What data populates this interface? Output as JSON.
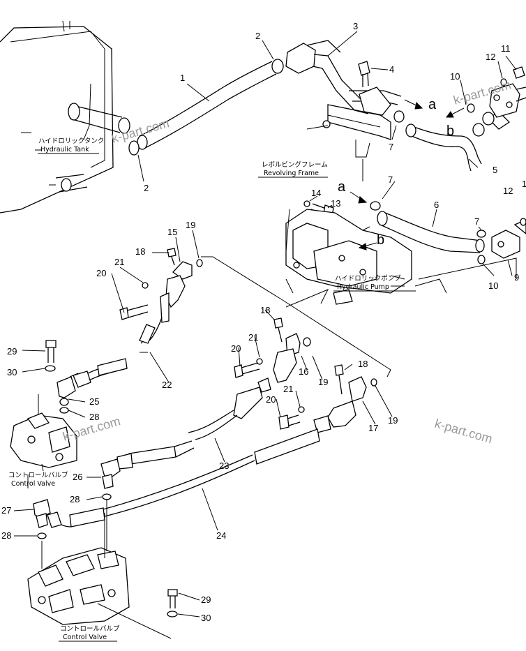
{
  "labels": {
    "tank_jp": "ハイドロリックタンク",
    "tank_en": "Hydraulic Tank",
    "frame_jp": "レボルビングフレーム",
    "frame_en": "Revolving Frame",
    "pump_jp": "ハイドロリックポンプ",
    "pump_en": "Hydraulic Pump",
    "cv1_jp": "コントロールバルブ",
    "cv1_en": "Control Valve",
    "cv2_jp": "コントロールバルブ",
    "cv2_en": "Control Valve"
  },
  "watermarks": [
    "k-part.com",
    "k-part.com",
    "k-part.com",
    "k-part.com"
  ],
  "flow_letters": [
    "a",
    "b",
    "a",
    "b"
  ],
  "callouts": [
    "1",
    "2",
    "2",
    "3",
    "4",
    "5",
    "6",
    "7",
    "7",
    "7",
    "9",
    "10",
    "10",
    "11",
    "12",
    "12",
    "1",
    "13",
    "14",
    "15",
    "16",
    "17",
    "18",
    "18",
    "18",
    "19",
    "19",
    "19",
    "20",
    "20",
    "20",
    "21",
    "21",
    "21",
    "22",
    "23",
    "24",
    "25",
    "26",
    "27",
    "28",
    "28",
    "28",
    "29",
    "29",
    "30",
    "30"
  ]
}
